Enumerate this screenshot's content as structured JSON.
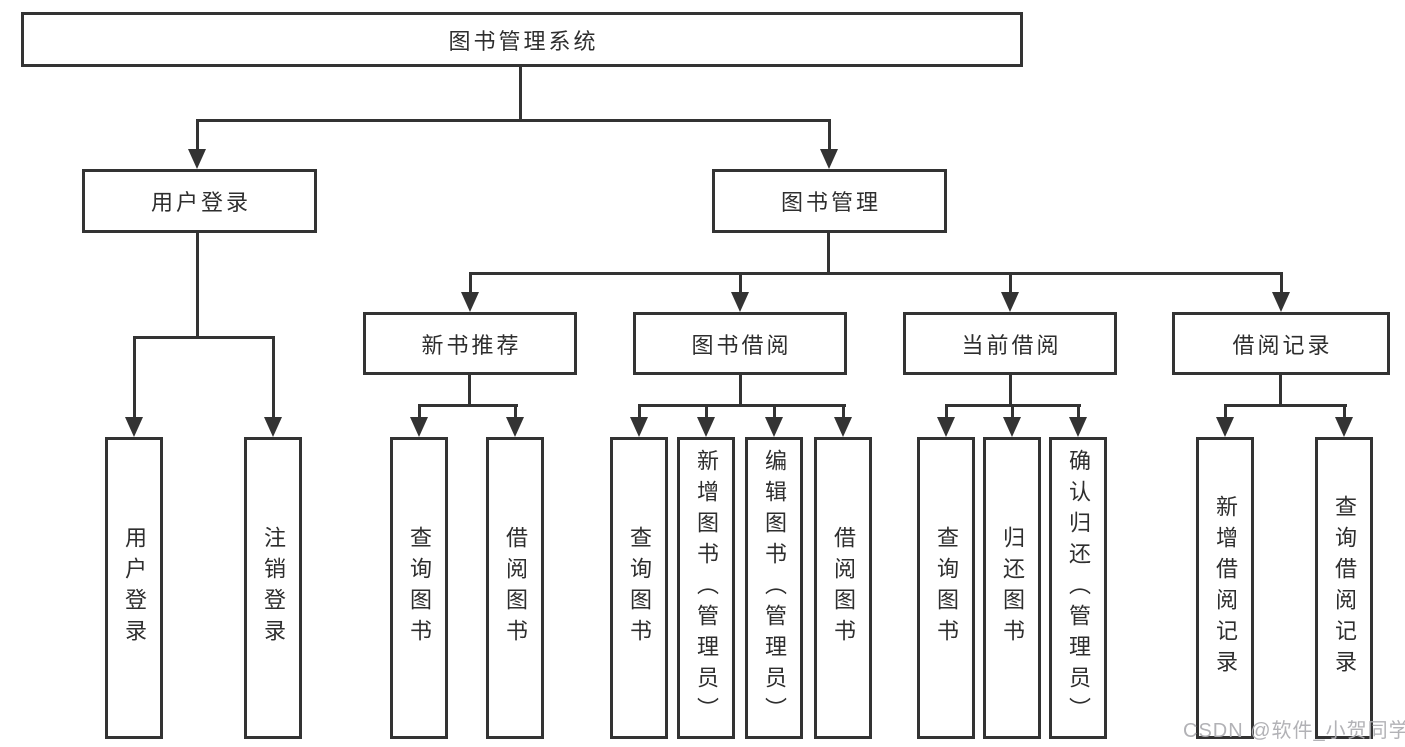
{
  "diagram": {
    "root": "图书管理系统",
    "level2": [
      {
        "label": "用户登录"
      },
      {
        "label": "图书管理"
      }
    ],
    "level3": [
      {
        "label": "新书推荐"
      },
      {
        "label": "图书借阅"
      },
      {
        "label": "当前借阅"
      },
      {
        "label": "借阅记录"
      }
    ],
    "leaves": {
      "user_login": [
        "用户登录",
        "注销登录"
      ],
      "new_book": [
        "查询图书",
        "借阅图书"
      ],
      "book_borrow": [
        "查询图书",
        "新增图书（管理员）",
        "编辑图书（管理员）",
        "借阅图书"
      ],
      "current_borrow": [
        "查询图书",
        "归还图书",
        "确认归还（管理员）"
      ],
      "borrow_record": [
        "新增借阅记录",
        "查询借阅记录"
      ]
    }
  },
  "watermark": "CSDN @软件_小贺同学"
}
